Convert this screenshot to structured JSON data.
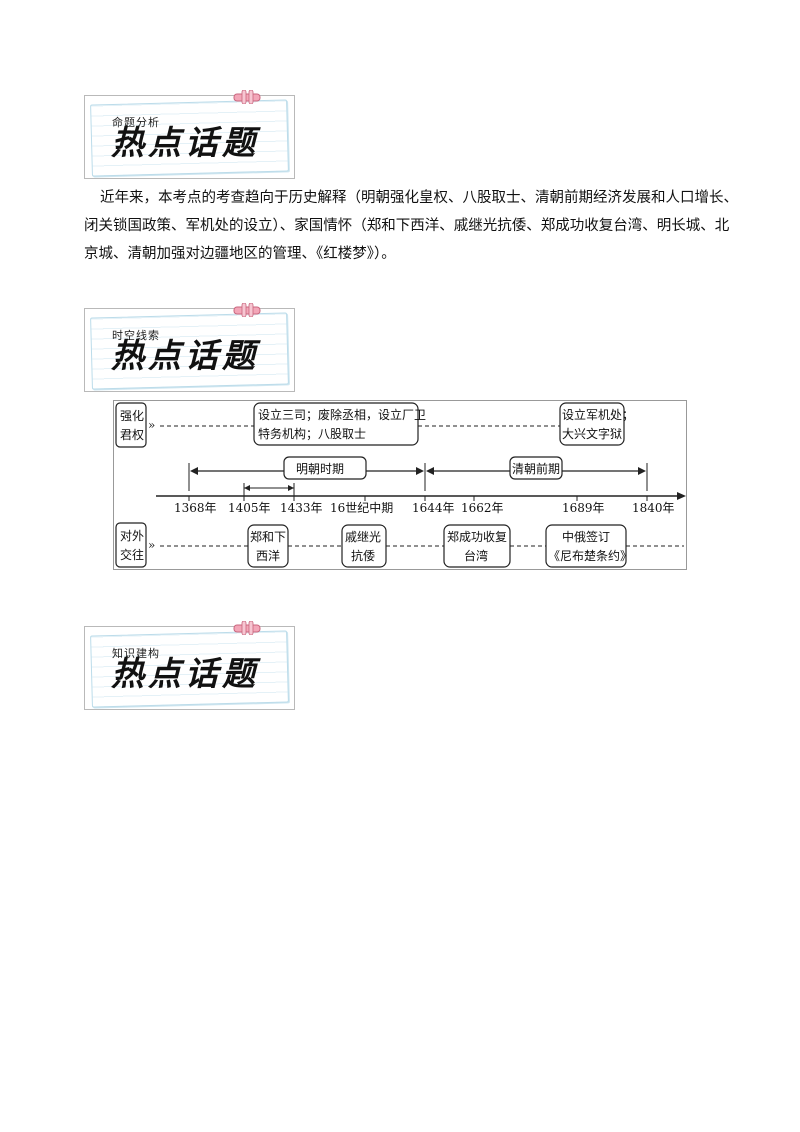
{
  "sections": [
    {
      "small": "命题分析",
      "title": "热点话题"
    },
    {
      "small": "时空线索",
      "title": "热点话题"
    },
    {
      "small": "知识建构",
      "title": "热点话题"
    }
  ],
  "paragraph": "近年来，本考点的考查趋向于历史解释（明朝强化皇权、八股取士、清朝前期经济发展和人口增长、闭关锁国政策、军机处的设立）、家国情怀（郑和下西洋、戚继光抗倭、郑成功收复台湾、明长城、北京城、清朝加强对边疆地区的管理、《红楼梦》）。",
  "timeline": {
    "row_top_label": [
      "强化",
      "君权"
    ],
    "row_bottom_label": [
      "对外",
      "交往"
    ],
    "arrows": "»",
    "top_box1": [
      "设立三司；废除丞相，设立厂卫",
      "特务机构；八股取士"
    ],
    "top_box2": [
      "设立军机处；",
      "大兴文字狱"
    ],
    "period_ming": "明朝时期",
    "period_qing": "清朝前期",
    "years": [
      "1368年",
      "1405年",
      "1433年",
      "16世纪中期",
      "1644年",
      "1662年",
      "1689年",
      "1840年"
    ],
    "bottom_boxes": [
      [
        "郑和下",
        "西洋"
      ],
      [
        "戚继光",
        "抗倭"
      ],
      [
        "郑成功收复",
        "台湾"
      ],
      [
        "中俄签订",
        "《尼布楚条约》"
      ]
    ]
  }
}
